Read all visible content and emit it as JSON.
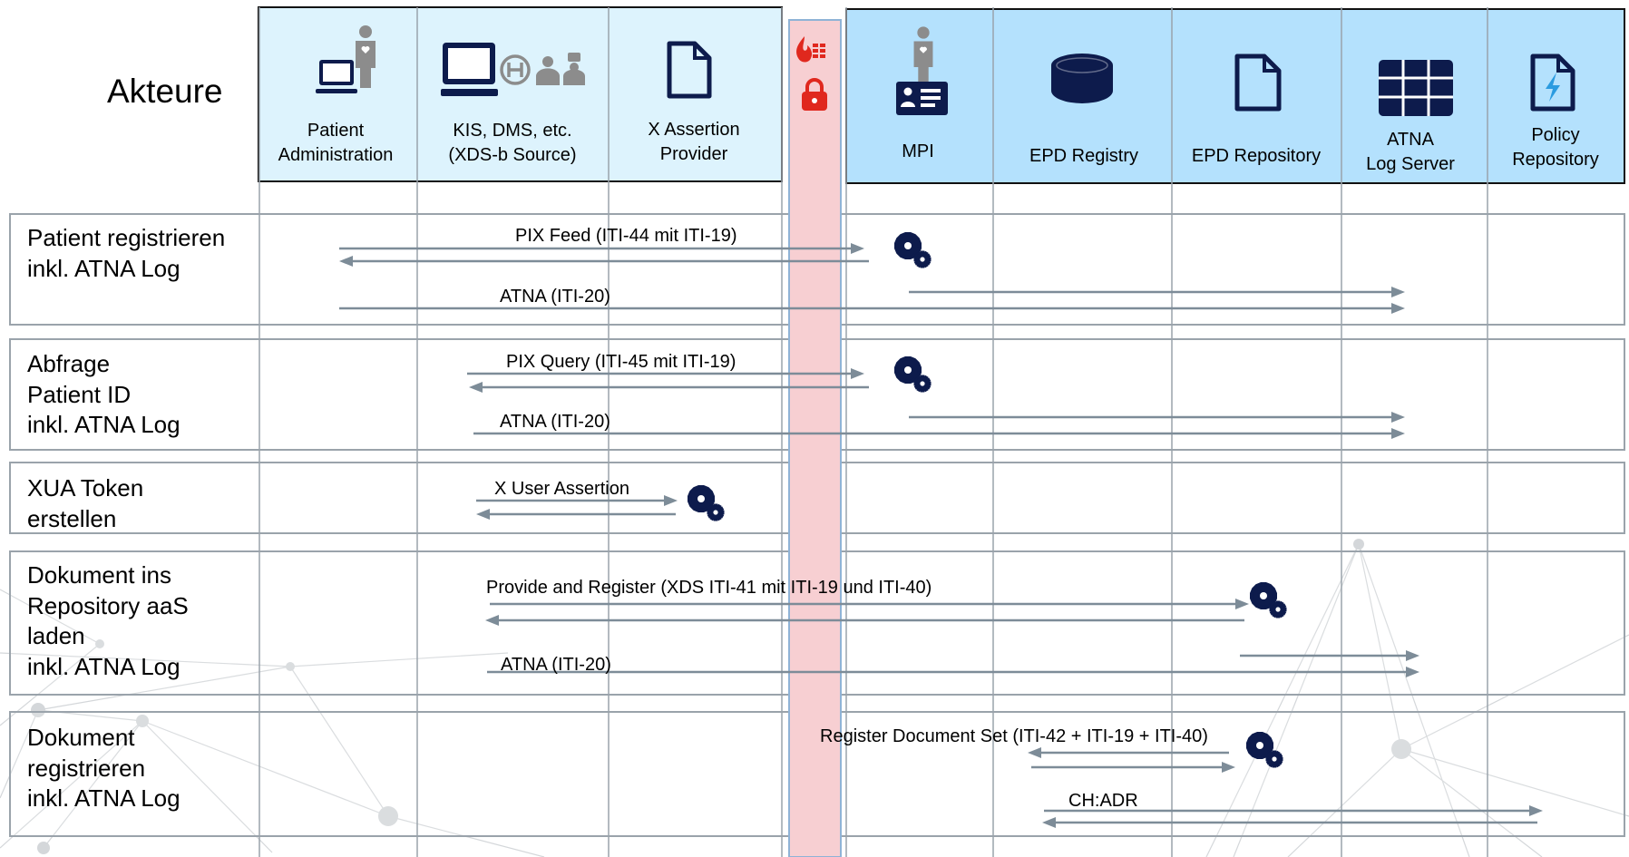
{
  "header": {
    "title": "Akteure"
  },
  "colors": {
    "actor_left_fill": "#ddf3fd",
    "actor_right_fill": "#b4e1fd",
    "icon_navy": "#0d1b4c",
    "person_gray": "#8c8c8c",
    "firewall_fill": "#f7cfd2",
    "firewall_icon": "#e0281e",
    "arrow_gray": "#7d8c98",
    "grid_line": "#9aa3ab"
  },
  "actors": [
    {
      "name": "patient-administration",
      "label": "Patient\nAdministration",
      "icon": "computer-patient-icon"
    },
    {
      "name": "kis-dms",
      "label": "KIS, DMS, etc.\n(XDS-b Source)",
      "icon": "monitor-hospital-icon"
    },
    {
      "name": "x-assertion-provider",
      "label": "X Assertion\nProvider",
      "icon": "document-icon"
    },
    {
      "name": "mpi",
      "label": "MPI",
      "icon": "patient-id-card-icon"
    },
    {
      "name": "epd-registry",
      "label": "EPD Registry",
      "icon": "database-icon"
    },
    {
      "name": "epd-repository",
      "label": "EPD Repository",
      "icon": "document-icon"
    },
    {
      "name": "atna-log-server",
      "label": "ATNA\nLog Server",
      "icon": "grid-icon"
    },
    {
      "name": "policy-repository",
      "label": "Policy\nRepository",
      "icon": "lightning-document-icon"
    }
  ],
  "firewall": {
    "icons": [
      "firewall-icon",
      "lock-icon"
    ]
  },
  "rows": [
    {
      "label": "Patient registrieren\ninkl. ATNA Log",
      "messages": [
        "PIX Feed (ITI-44 mit ITI-19)",
        "ATNA (ITI-20)"
      ]
    },
    {
      "label": "Abfrage\nPatient ID\ninkl. ATNA Log",
      "messages": [
        "PIX Query (ITI-45 mit ITI-19)",
        "ATNA (ITI-20)"
      ]
    },
    {
      "label": "XUA Token\nerstellen",
      "messages": [
        "X User Assertion"
      ]
    },
    {
      "label": "Dokument ins\nRepository aaS\nladen\ninkl. ATNA Log",
      "messages": [
        "Provide and Register (XDS ITI-41 mit ITI-19 und ITI-40)",
        "ATNA (ITI-20)"
      ]
    },
    {
      "label": "Dokument\nregistrieren\ninkl. ATNA Log",
      "messages": [
        "Register Document Set (ITI-42 + ITI-19 + ITI-40)",
        "CH:ADR"
      ]
    }
  ]
}
